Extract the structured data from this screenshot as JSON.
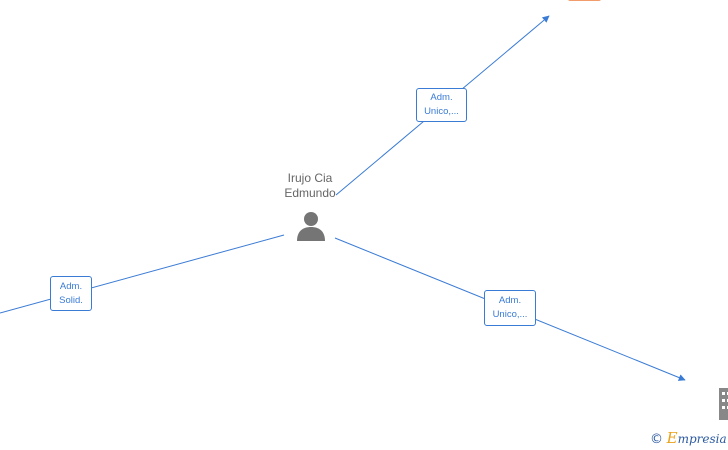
{
  "center_node": {
    "name_line1": "Irujo Cia",
    "name_line2": "Edmundo",
    "icon": "person-icon"
  },
  "relations": [
    {
      "id": "top",
      "line1": "Adm.",
      "line2": "Unico,..."
    },
    {
      "id": "left",
      "line1": "Adm.",
      "line2": "Solid."
    },
    {
      "id": "bottom",
      "line1": "Adm.",
      "line2": "Unico,..."
    }
  ],
  "colors": {
    "edge": "#3a7bd5",
    "label_text": "#666666",
    "icon": "#757575",
    "accent_orange": "#f39c6b"
  },
  "footer": {
    "copyright": "©",
    "brand_initial": "E",
    "brand_rest": "mpresia"
  }
}
